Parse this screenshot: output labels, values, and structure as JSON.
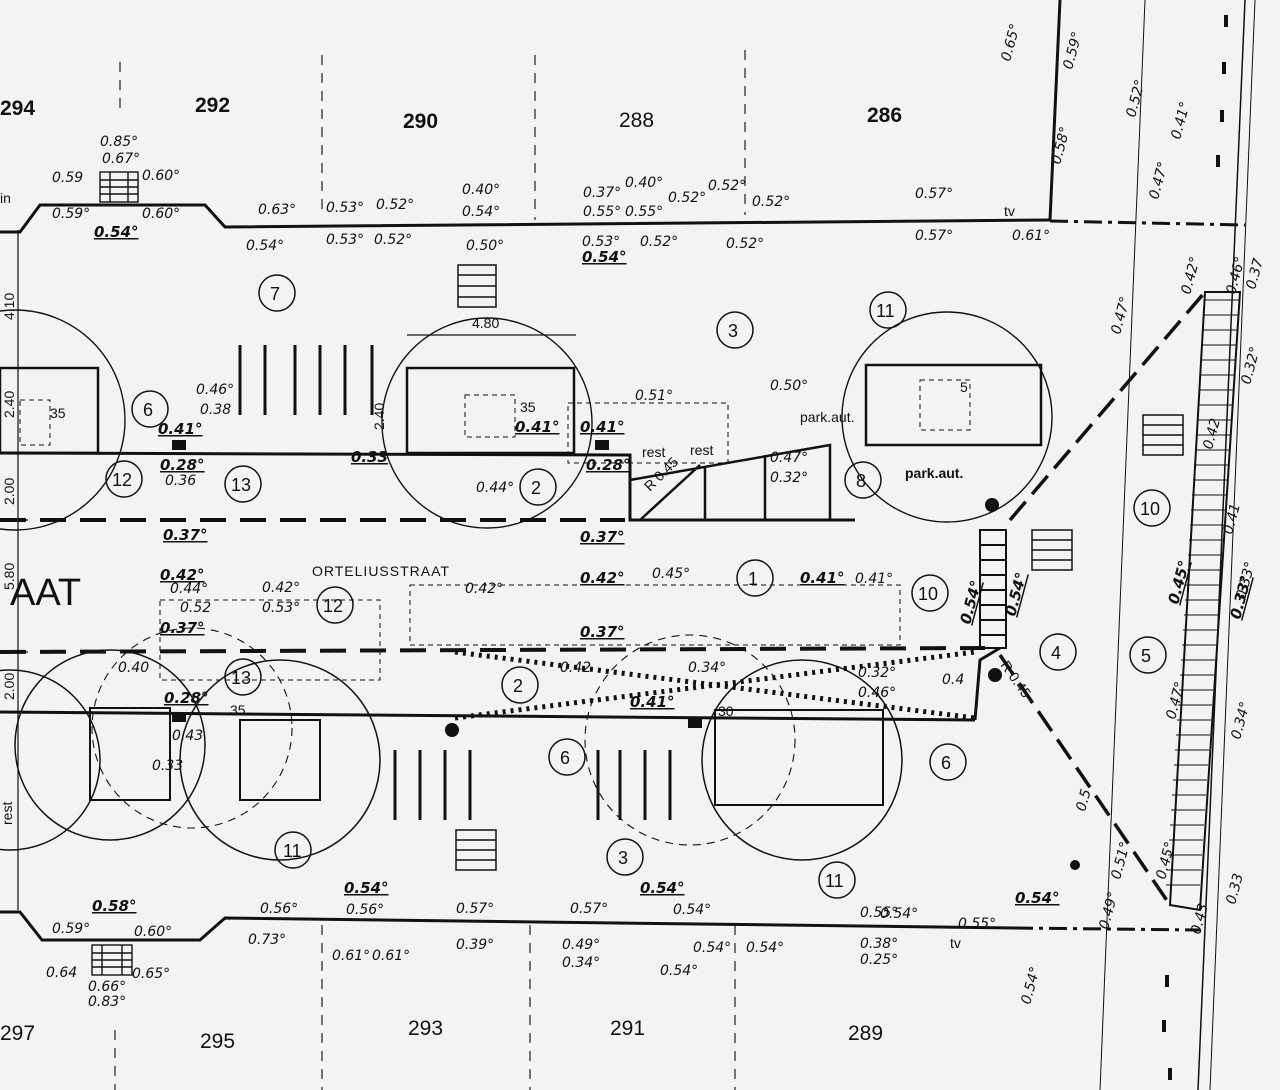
{
  "plan": {
    "street_name": "ORTELIUSSTRAAT",
    "street_fragment": "AAT",
    "lots_north": [
      {
        "label": "294",
        "bold": true
      },
      {
        "label": "292",
        "bold": true
      },
      {
        "label": "290",
        "bold": true
      },
      {
        "label": "288",
        "bold": false
      },
      {
        "label": "286",
        "bold": true
      }
    ],
    "lots_south": [
      "297",
      "295",
      "293",
      "291",
      "289"
    ],
    "callouts": [
      "7",
      "6",
      "12",
      "13",
      "2",
      "3",
      "11",
      "8",
      "1",
      "10",
      "4",
      "5",
      "12",
      "13",
      "2",
      "6",
      "6",
      "3",
      "11",
      "11",
      "10"
    ],
    "dimensions": {
      "width_4_80": "4.80",
      "v_4_10": "4.10",
      "v_2_40": "2.40",
      "v_2_00a": "2.00",
      "v_5_80": "5.80",
      "v_2_00b": "2.00",
      "v_2_40b": "2.40"
    },
    "texts": {
      "park_aut_1": "park.aut.",
      "park_aut_2": "park.aut.",
      "rest_1": "rest",
      "rest_2": "rest",
      "rest_3": "rest",
      "r_045a": "R 0.45",
      "r_045b": "R 0.45",
      "tv_1": "tv",
      "tv_2": "tv",
      "in_label": "in",
      "n35a": "35",
      "n35b": "35",
      "n35c": "35",
      "n5": "5",
      "n30": "30"
    },
    "elevations": [
      "0.85°",
      "0.67°",
      "0.59",
      "0.60°",
      "0.59°",
      "0.60°",
      "0.54°",
      "0.63°",
      "0.54°",
      "0.53°",
      "0.52°",
      "0.53°",
      "0.52°",
      "0.40°",
      "0.54°",
      "0.50°",
      "0.37°",
      "0.40°",
      "0.55°",
      "0.55°",
      "0.52°",
      "0.52°",
      "0.53°",
      "0.52°",
      "0.52°",
      "0.52°",
      "0.54°",
      "0.57°",
      "0.57°",
      "0.61°",
      "0.65°",
      "0.59°",
      "0.58°",
      "0.52°",
      "0.47°",
      "0.41°",
      "0.46°",
      "0.38",
      "0.41°",
      "0.28°",
      "0.36",
      "0.37°",
      "0.42°",
      "0.44°",
      "0.52",
      "0.42°",
      "0.53°",
      "0.37°",
      "0.40",
      "0.28°",
      "0.43",
      "0.33",
      "0.41°",
      "0.41°",
      "0.51°",
      "0.50°",
      "0.47°",
      "0.32°",
      "0.33",
      "0.28°",
      "0.44°",
      "0.37°",
      "0.42°",
      "0.45°",
      "0.42°",
      "0.41°",
      "0.41°",
      "0.54°",
      "0.37°",
      "0.42",
      "0.34°",
      "0.41°",
      "0.32°",
      "0.46°",
      "0.4",
      "0.42°",
      "0.47°",
      "0.42",
      "0.46°",
      "0.32°",
      "0.41",
      "0.33°",
      "0.45°",
      "0.33°",
      "0.47°",
      "0.34°",
      "0.5",
      "0.51°",
      "0.45°",
      "0.33",
      "0.43",
      "0.49°",
      "0.54°",
      "0.56°",
      "0.73°",
      "0.54°",
      "0.56°",
      "0.61°",
      "0.61°",
      "0.57°",
      "0.39°",
      "0.57°",
      "0.49°",
      "0.34°",
      "0.54°",
      "0.54°",
      "0.54°",
      "0.54°",
      "0.54°",
      "0.55°",
      "0.38°",
      "0.25°",
      "0.55°",
      "0.54°",
      "0.58°",
      "0.59°",
      "0.60°",
      "0.64",
      "0.66°",
      "0.83°",
      "0.65°",
      "0.37",
      "0.54°",
      "0.54°"
    ]
  }
}
